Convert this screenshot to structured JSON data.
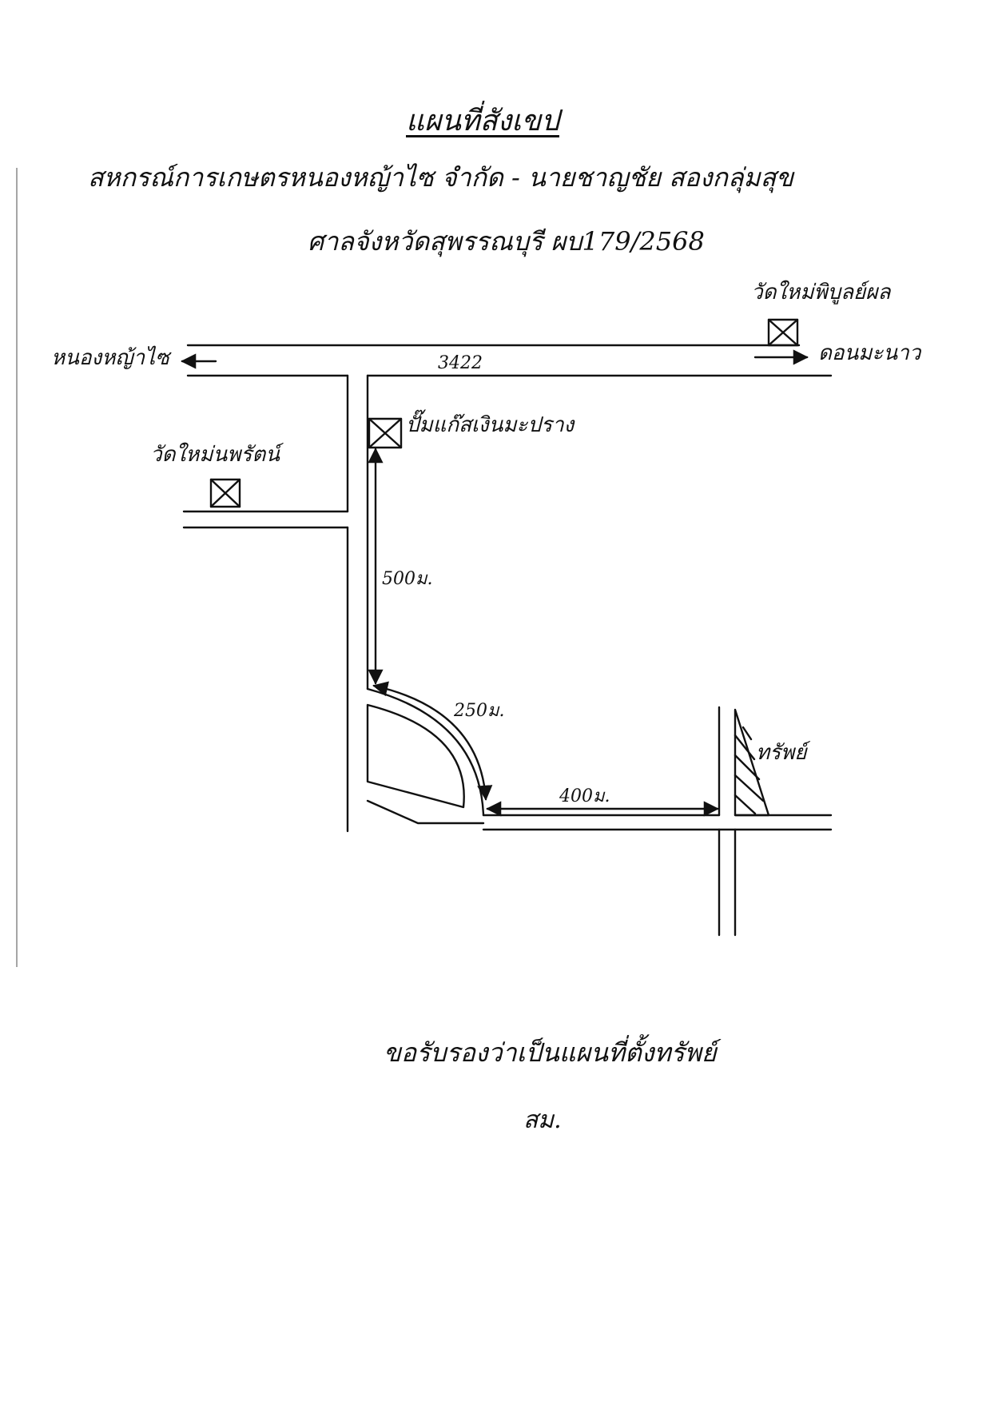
{
  "header": {
    "title": "แผนที่สังเขป",
    "line2": "สหกรณ์การเกษตรหนองหญ้าไซ จำกัด - นายชาญชัย สองกลุ่มสุข",
    "line3": "ศาลจังหวัดสุพรรณบุรี ผบ179/2568"
  },
  "map": {
    "road_number": "3422",
    "destination_left": "หนองหญ้าไซ",
    "destination_right": "ดอนมะนาว",
    "temple_top_right": "วัดใหม่พิบูลย์ผล",
    "temple_left": "วัดใหม่นพรัตน์",
    "gas_station": "ปั๊มแก๊สเงินมะปราง",
    "distance_1": "500ม.",
    "distance_2": "250ม.",
    "distance_3": "400ม.",
    "property_label": "ทรัพย์"
  },
  "footer": {
    "certification": "ขอรับรองว่าเป็นแผนที่ตั้งทรัพย์",
    "signature": "สม."
  }
}
